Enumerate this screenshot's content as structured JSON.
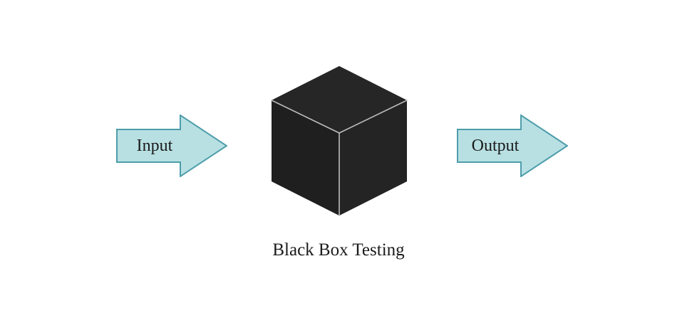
{
  "figure": {
    "caption": "Black Box Testing",
    "arrows": [
      {
        "label": "Input",
        "direction": "right"
      },
      {
        "label": "Output",
        "direction": "right"
      }
    ],
    "cube": "black cube (black box)",
    "colors": {
      "background": "#ffffff",
      "arrow_fill": "#b8e0e3",
      "arrow_stroke": "#4d9daa",
      "cube_top": "#262626",
      "cube_left": "#1f1f1f",
      "cube_right": "#242424",
      "cube_edge": "#bcbcbc",
      "text": "#1b1b1b"
    }
  }
}
